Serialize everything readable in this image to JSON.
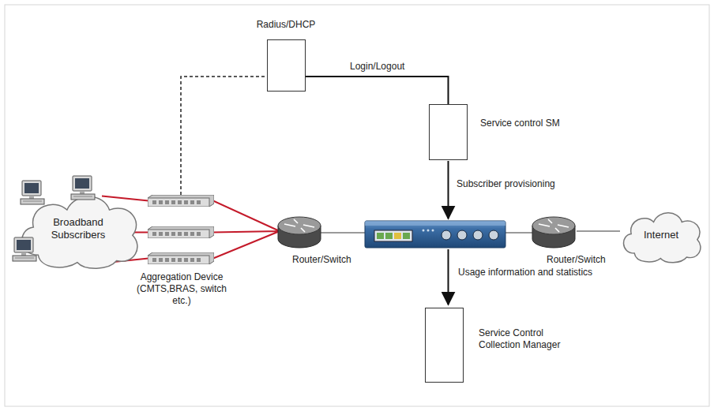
{
  "diagram": {
    "nodes": [
      {
        "text": [
          "Radius/DHCP"
        ]
      },
      {
        "text": [
          "Service control SM"
        ]
      },
      {
        "text": [
          "Broadband Subscribers"
        ]
      },
      {
        "text": [
          "Aggregation Device (CMTS,BRAS, switch etc.)"
        ]
      },
      {
        "text": [
          "Router/Switch"
        ]
      },
      {
        "text": [
          "Router/Switch"
        ]
      },
      {
        "text": [
          "Internet"
        ]
      },
      {
        "text": [
          "Service Control Collection Manager"
        ]
      }
    ],
    "edges": [
      {
        "from": 0,
        "to": 1,
        "arrow": "none",
        "label": "Login/Logout"
      },
      {
        "from": 3,
        "to": 0,
        "arrow": "none"
      },
      {
        "from": 2,
        "to": 3,
        "arrow": "none"
      },
      {
        "from": 3,
        "to": 4,
        "arrow": "none"
      },
      {
        "from": 5,
        "to": 6,
        "arrow": "none"
      }
    ],
    "labels": [
      "Subscriber provisioning",
      "Usage information and statistics"
    ]
  }
}
